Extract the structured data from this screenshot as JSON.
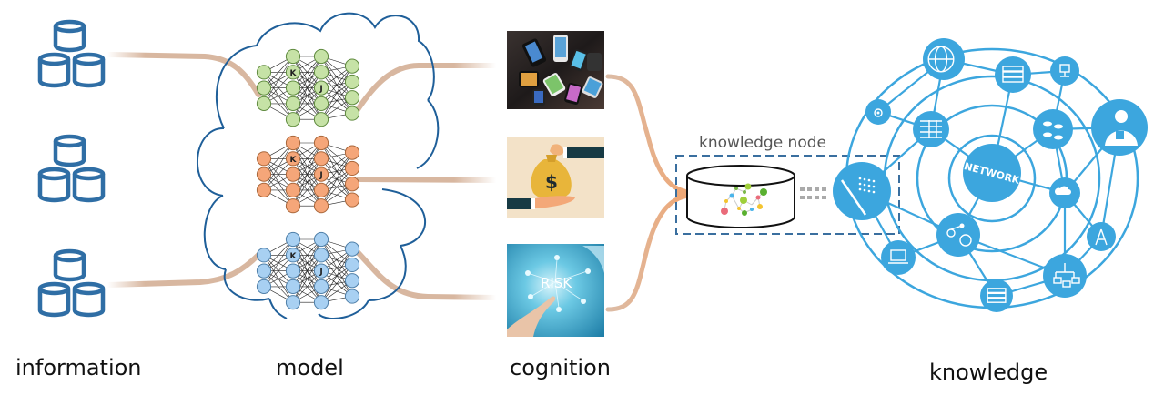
{
  "stages": {
    "information": "information",
    "model": "model",
    "cognition": "cognition",
    "knowledge": "knowledge"
  },
  "knowledge_node_label": "knowledge node",
  "network_center_label": "NETWORK",
  "neural_net": {
    "layers": [
      3,
      5,
      5,
      4
    ],
    "marked_nodes": [
      {
        "layer": 1,
        "index": 1,
        "text": "K"
      },
      {
        "layer": 2,
        "index": 2,
        "text": "J"
      }
    ],
    "variants": [
      {
        "name": "green",
        "fill": "#c6e2a6",
        "stroke": "#5f8a3e"
      },
      {
        "name": "orange",
        "fill": "#f5a679",
        "stroke": "#a8663a"
      },
      {
        "name": "blue",
        "fill": "#a8d0f2",
        "stroke": "#4f7fa8"
      }
    ]
  },
  "cognition_images": [
    {
      "name": "smartphones-photo",
      "description": "hands holding smartphones"
    },
    {
      "name": "money-bag-photo",
      "description": "hand passing money bag",
      "symbol": "$"
    },
    {
      "name": "risk-photo",
      "description": "finger touching risk interface",
      "text": "RISK"
    }
  ],
  "network_icons": [
    "globe",
    "server-rack",
    "monitor",
    "cloud-gear",
    "firewall",
    "database",
    "user-lock",
    "tablet",
    "cloud-chip",
    "molecule",
    "radio-tower",
    "laptop",
    "network-devices",
    "server"
  ],
  "colors": {
    "database_blue": "#2f6ea5",
    "cloud_outline": "#1f5f99",
    "connector": "#d8b7a0",
    "arrow_orange": "#eea877",
    "network_blue": "#3ca6de",
    "dashed_box": "#3a6f9f",
    "dots_gray": "#aaaaaa"
  }
}
